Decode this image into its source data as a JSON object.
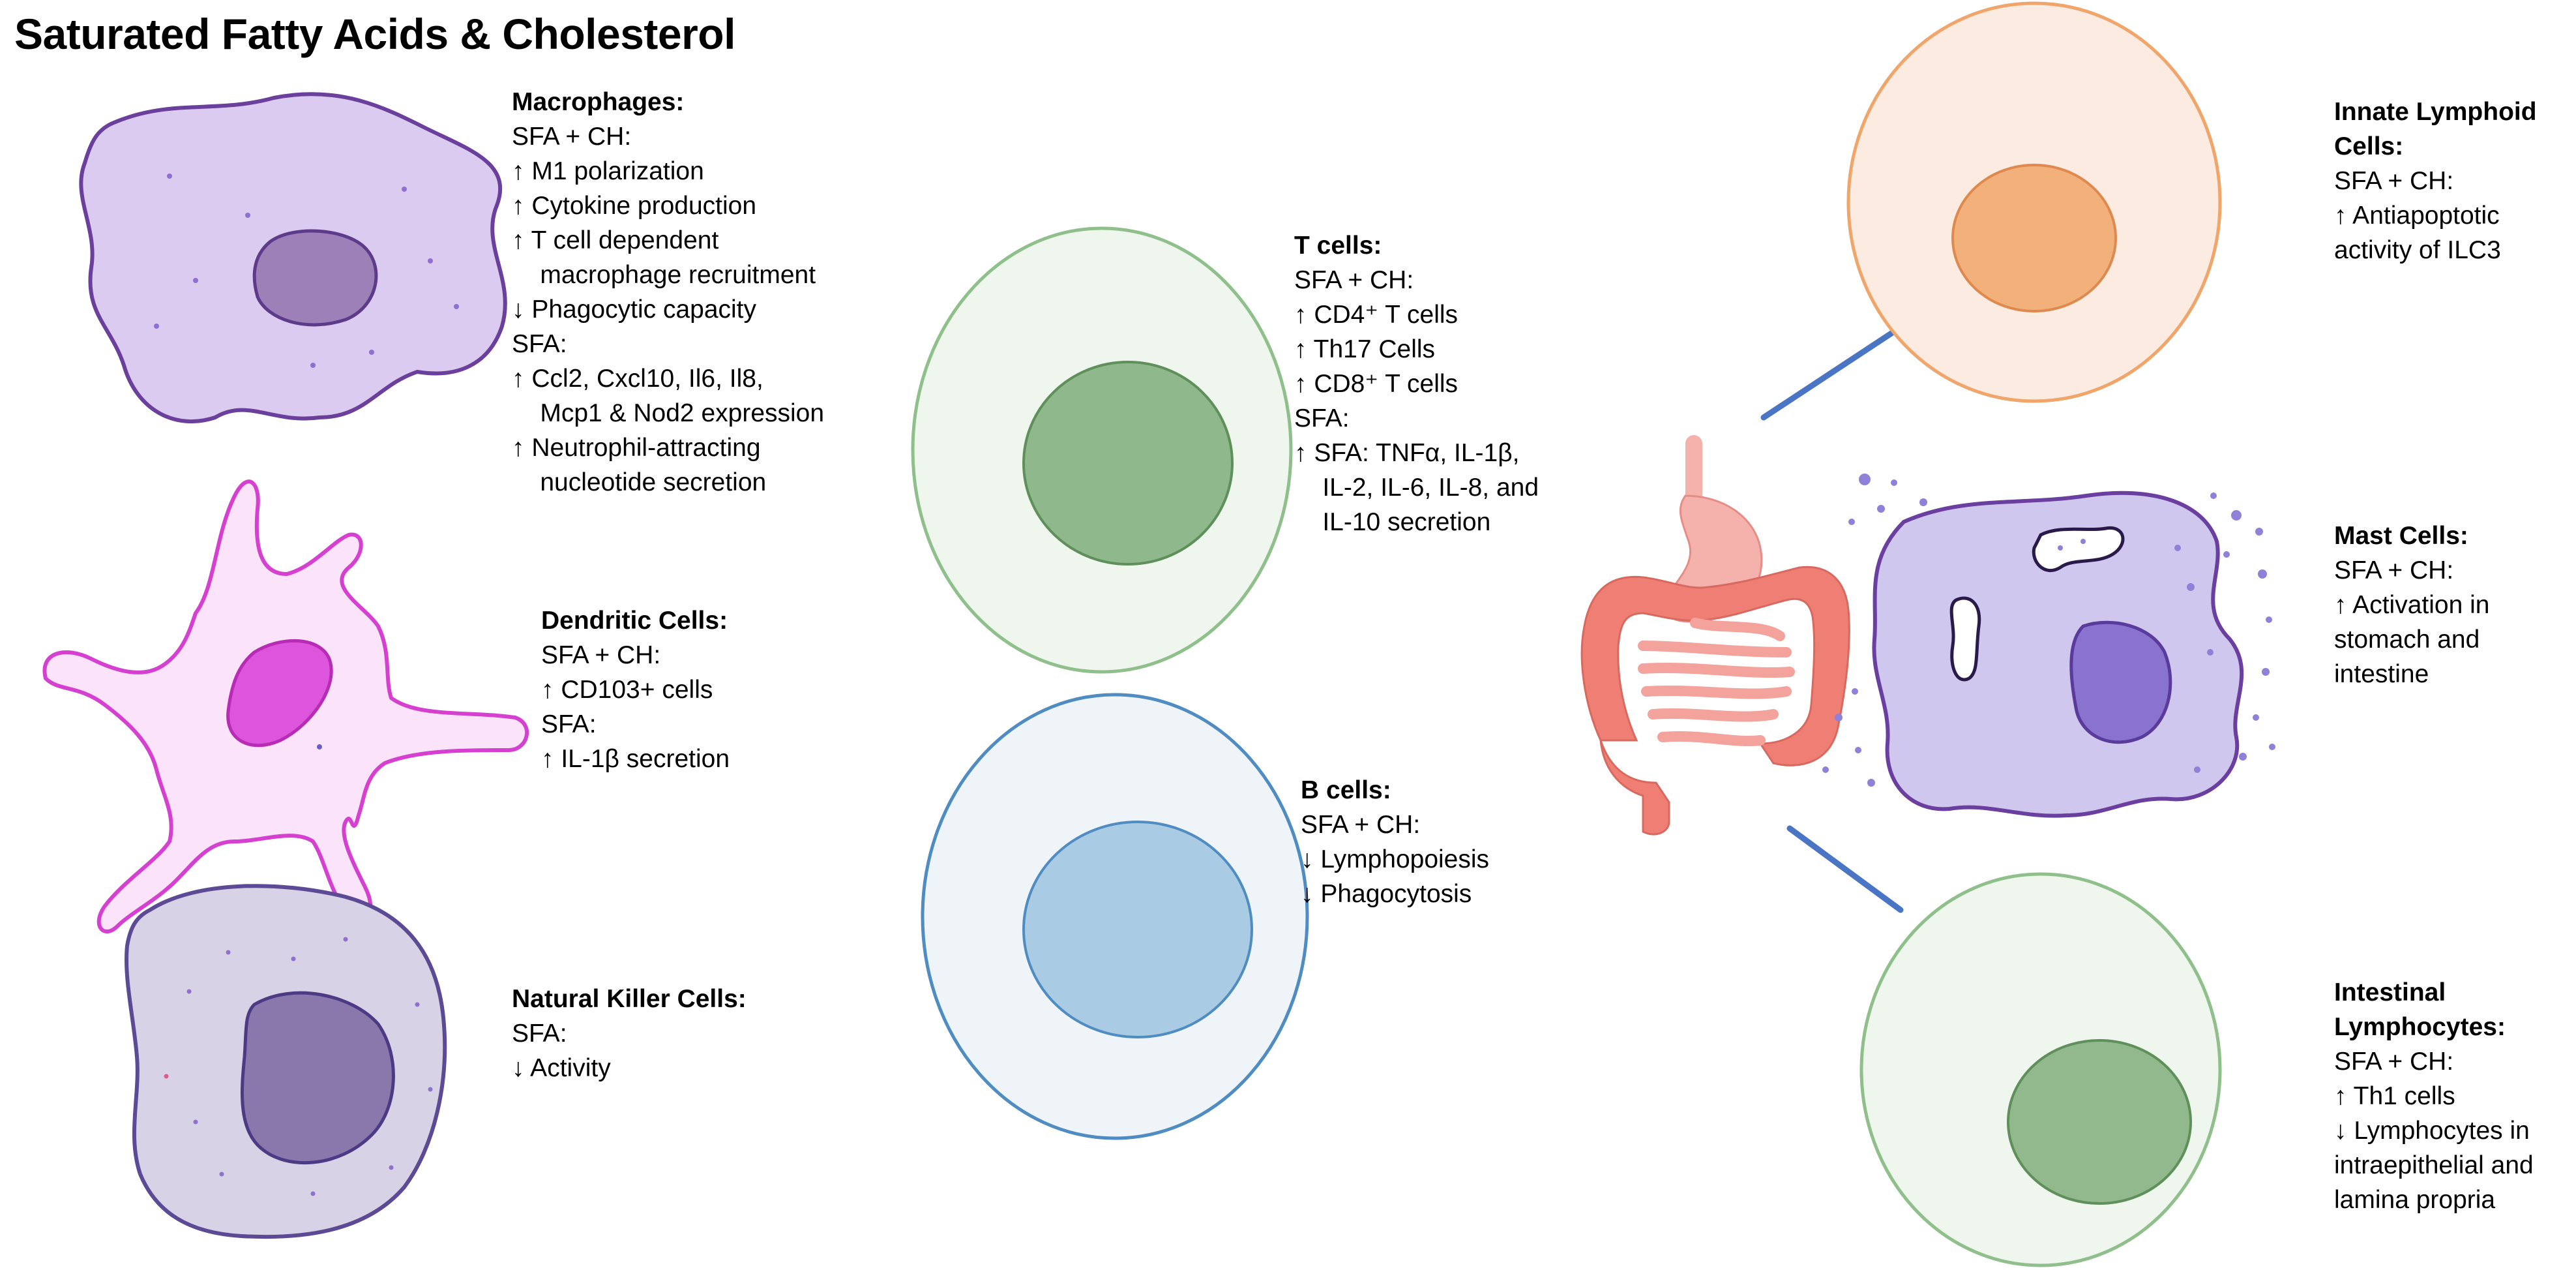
{
  "title": "Saturated Fatty Acids & Cholesterol",
  "colors": {
    "macrophage_fill": "#dccbf0",
    "macrophage_stroke": "#6b3f9c",
    "macrophage_nucleus": "#9d80b8",
    "dendritic_fill": "#fbe3fa",
    "dendritic_stroke": "#d640d0",
    "dendritic_nucleus": "#dd55dc",
    "nk_fill": "#d7d2e6",
    "nk_stroke": "#5c4a95",
    "nk_nucleus": "#8a78ad",
    "tcell_fill": "#eef6ee",
    "tcell_stroke": "#8fbf8a",
    "tcell_nucleus": "#8fb88c",
    "bcell_fill": "#eef4f8",
    "bcell_stroke": "#4f8cc2",
    "bcell_nucleus": "#a9cbe3",
    "ilc_fill": "#fcebe0",
    "ilc_stroke": "#f0a56a",
    "ilc_nucleus": "#f2b07a",
    "mast_fill": "#cfc7ee",
    "mast_stroke": "#6a3fa0",
    "mast_nucleus": "#8a73cf",
    "lymph_fill": "#eef6ee",
    "lymph_stroke": "#8fbf8a",
    "lymph_nucleus": "#92b98d",
    "gut": "#ef7f74",
    "stomach": "#f5b1ab",
    "connector": "#4a74c4"
  },
  "cells": {
    "macrophages": {
      "heading": "Macrophages:",
      "lines": [
        "SFA + CH:",
        "↑  M1 polarization",
        "↑  Cytokine production",
        "↑  T cell dependent",
        "    macrophage recruitment",
        "↓  Phagocytic capacity",
        "SFA:",
        "↑  Ccl2, Cxcl10, Il6, Il8,",
        "    Mcp1 & Nod2 expression",
        "↑  Neutrophil-attracting",
        "    nucleotide secretion"
      ]
    },
    "dendritic": {
      "heading": "Dendritic Cells:",
      "lines": [
        "SFA + CH:",
        "↑  CD103+ cells",
        "SFA:",
        "↑  IL-1β secretion"
      ]
    },
    "nk": {
      "heading": "Natural Killer Cells:",
      "lines": [
        "SFA:",
        "↓ Activity"
      ]
    },
    "tcells": {
      "heading": "T cells:",
      "lines": [
        "SFA + CH:",
        "↑ CD4⁺ T cells",
        "↑ Th17 Cells",
        "↑  CD8⁺ T cells",
        "SFA:",
        "↑  SFA: TNFα, IL-1β,",
        "    IL-2, IL-6, IL-8, and",
        "    IL-10 secretion"
      ]
    },
    "bcells": {
      "heading": "B cells:",
      "lines": [
        "SFA + CH:",
        "↓ Lymphopoiesis",
        "↓ Phagocytosis"
      ]
    },
    "ilc": {
      "heading_lines": [
        "Innate Lymphoid",
        "Cells:"
      ],
      "lines": [
        "SFA + CH:",
        "↑ Antiapoptotic",
        "activity of ILC3"
      ]
    },
    "mast": {
      "heading": "Mast Cells:",
      "lines": [
        "SFA + CH:",
        "↑ Activation in",
        "stomach and",
        "intestine"
      ]
    },
    "lymphocytes": {
      "heading_lines": [
        "Intestinal",
        "Lymphocytes:"
      ],
      "lines": [
        "SFA + CH:",
        "↑ Th1 cells",
        "↓ Lymphocytes in",
        "intraepithelial and",
        "lamina propria"
      ]
    }
  }
}
